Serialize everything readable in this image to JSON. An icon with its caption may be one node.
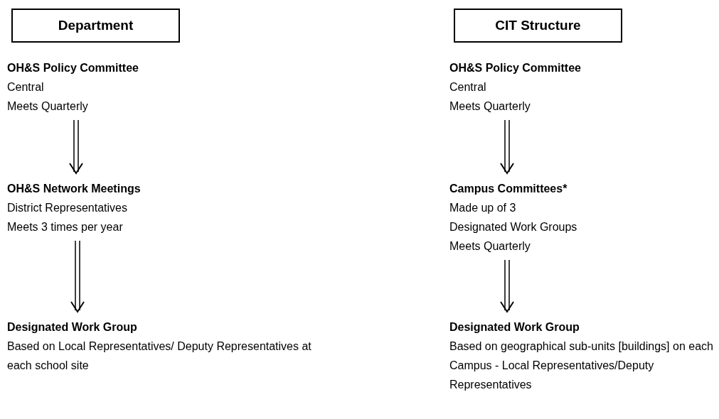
{
  "diagram": {
    "nodes": [
      {
        "text": [
          "Department"
        ]
      },
      {
        "text": [
          "CIT Structure"
        ]
      },
      {
        "text": [
          "OH&S Policy Committee",
          "Central",
          "Meets Quarterly"
        ]
      },
      {
        "text": [
          "OH&S Policy Committee",
          "Central",
          "Meets Quarterly"
        ]
      },
      {
        "text": [
          "OH&S Network Meetings",
          "District Representatives",
          "Meets 3 times per year"
        ]
      },
      {
        "text": [
          "Campus Committees*",
          "Made up of 3",
          "Designated Work Groups",
          "Meets Quarterly"
        ]
      },
      {
        "text": [
          "Designated Work Group",
          "Based on Local Representatives/ Deputy Representatives at each school site"
        ]
      },
      {
        "text": [
          "Designated Work Group",
          "Based on geographical sub-units [buildings] on each Campus - Local Representatives/Deputy Representatives"
        ]
      }
    ],
    "edges": [
      {
        "from": 2,
        "to": 4,
        "arrow": "to"
      },
      {
        "from": 4,
        "to": 6,
        "arrow": "to"
      },
      {
        "from": 3,
        "to": 5,
        "arrow": "to"
      },
      {
        "from": 5,
        "to": 7,
        "arrow": "to"
      }
    ]
  }
}
